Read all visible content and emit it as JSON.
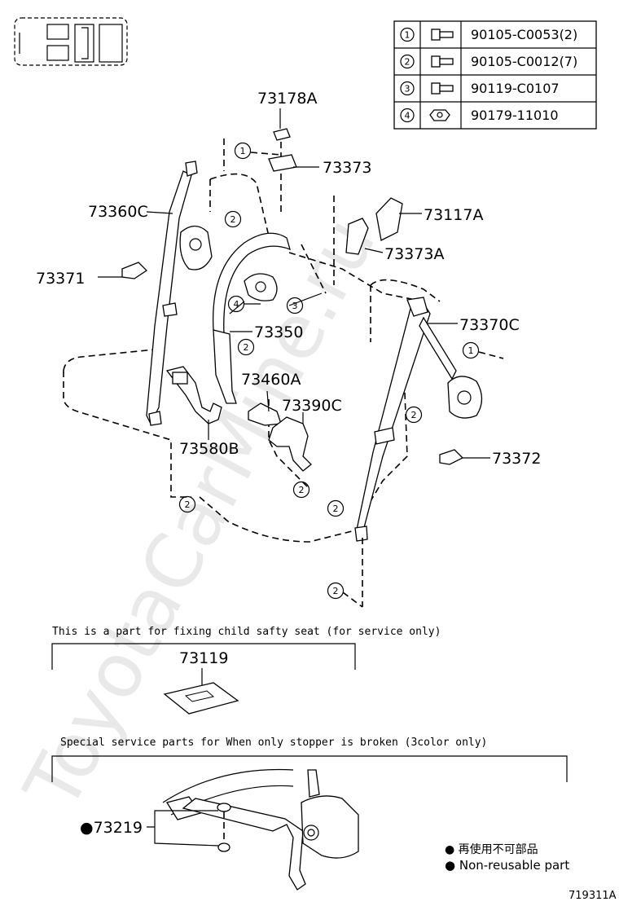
{
  "watermark": "ToyotaCarMine.ru",
  "fastener_table": [
    {
      "ref": "1",
      "part": "90105-C0053(2)",
      "icon": "bolt-icon"
    },
    {
      "ref": "2",
      "part": "90105-C0012(7)",
      "icon": "bolt-icon"
    },
    {
      "ref": "3",
      "part": "90119-C0107",
      "icon": "bolt-icon"
    },
    {
      "ref": "4",
      "part": "90179-11010",
      "icon": "nut-icon"
    }
  ],
  "callouts": {
    "p73178A": "73178A",
    "p73373": "73373",
    "p73360C": "73360C",
    "p73117A": "73117A",
    "p73373A": "73373A",
    "p73371": "73371",
    "p73350": "73350",
    "p73370C": "73370C",
    "p73460A": "73460A",
    "p73390C": "73390C",
    "p73580B": "73580B",
    "p73372": "73372",
    "p73119": "73119",
    "p73219": "●73219"
  },
  "ref_markers": {
    "r1": "1",
    "r2": "2",
    "r3": "3",
    "r4": "4"
  },
  "notes": {
    "child_seat": "This is a part for fixing child safty seat (for service only)",
    "special": "Special  service  parts  for  When  only  stopper  is  broken  (3color  only)"
  },
  "legend": {
    "japanese": "● 再使用不可部品",
    "english": "● Non-reusable part"
  },
  "illustration_code": "719311A"
}
